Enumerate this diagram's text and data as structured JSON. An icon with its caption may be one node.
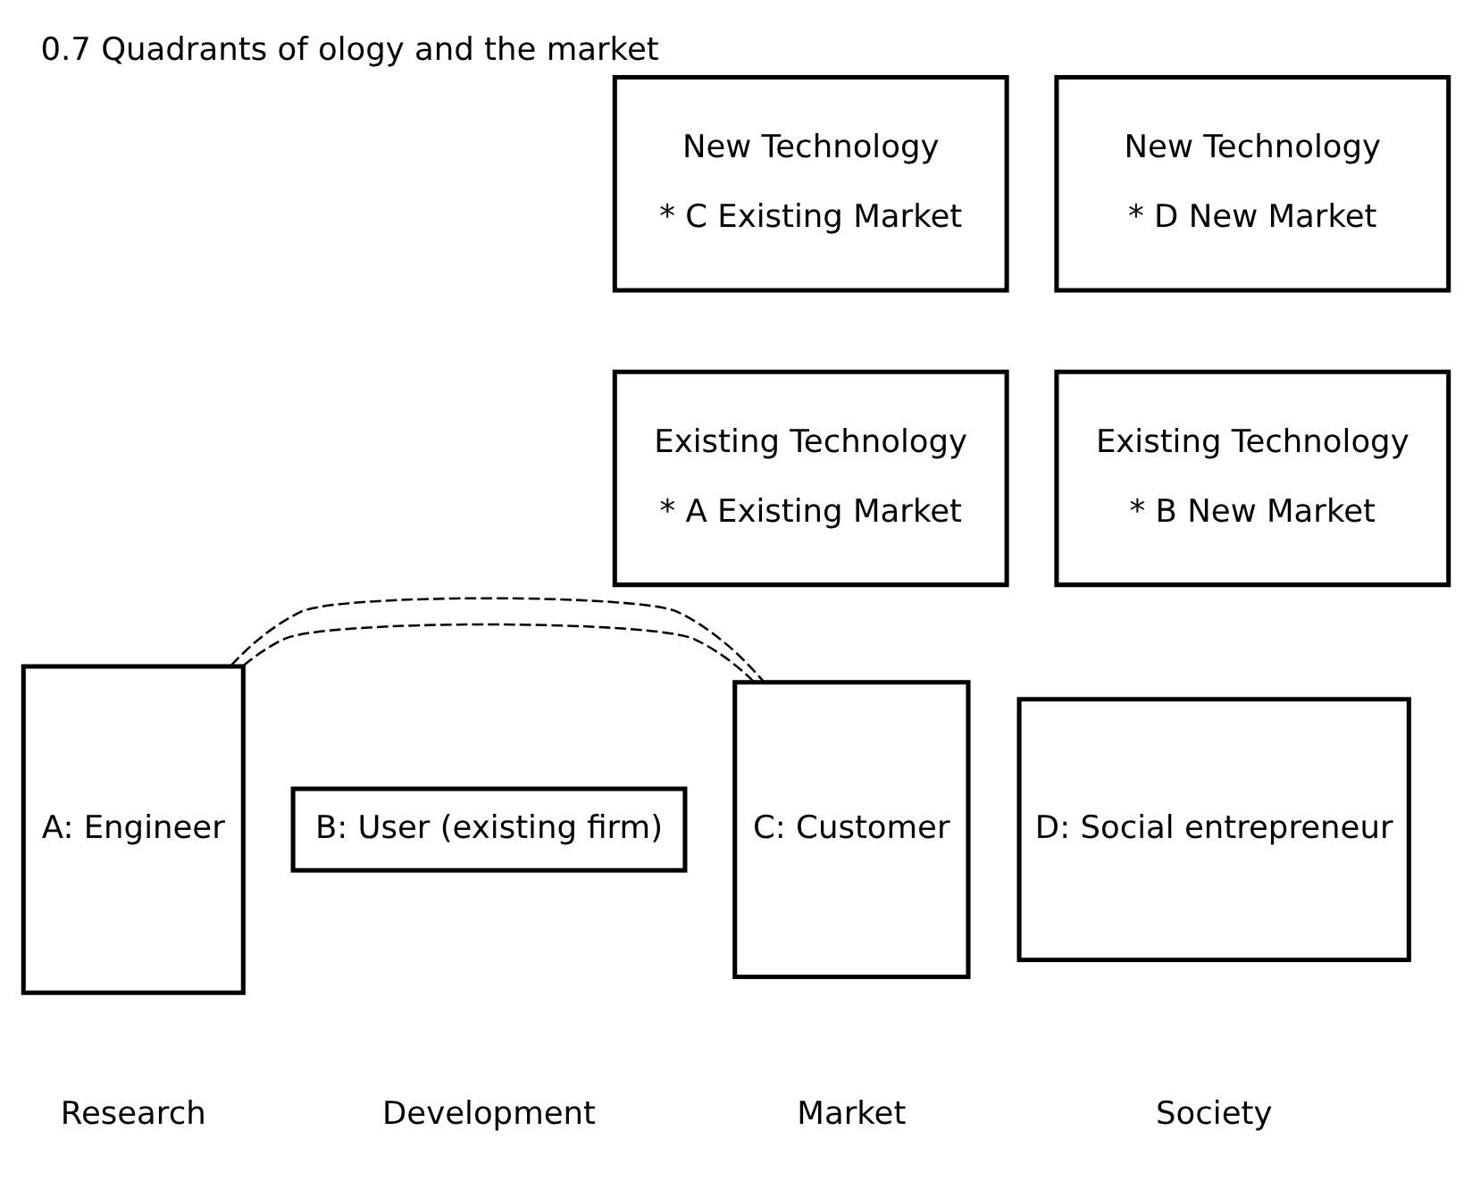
{
  "diagram": {
    "caption": "0.7 Quadrants of ology and the market",
    "nodes": [
      {
        "text": [
          "New Technology",
          "* C Existing Market"
        ]
      },
      {
        "text": [
          "New Technology",
          "* D New Market"
        ]
      },
      {
        "text": [
          "Existing Technology",
          "* A Existing Market"
        ]
      },
      {
        "text": [
          "Existing Technology",
          "* B New Market"
        ]
      },
      {
        "text": [
          "A: Engineer"
        ]
      },
      {
        "text": [
          "B: User (existing firm)"
        ]
      },
      {
        "text": [
          "C: Customer"
        ]
      },
      {
        "text": [
          "D: Social entrepreneur"
        ]
      }
    ],
    "edges": [
      {
        "from": 4,
        "to": 6,
        "arrow": "none",
        "style": "dashed"
      },
      {
        "from": 4,
        "to": 6,
        "arrow": "none",
        "style": "dashed"
      }
    ],
    "labels": [
      "Research",
      "Development",
      "Market",
      "Society"
    ]
  }
}
